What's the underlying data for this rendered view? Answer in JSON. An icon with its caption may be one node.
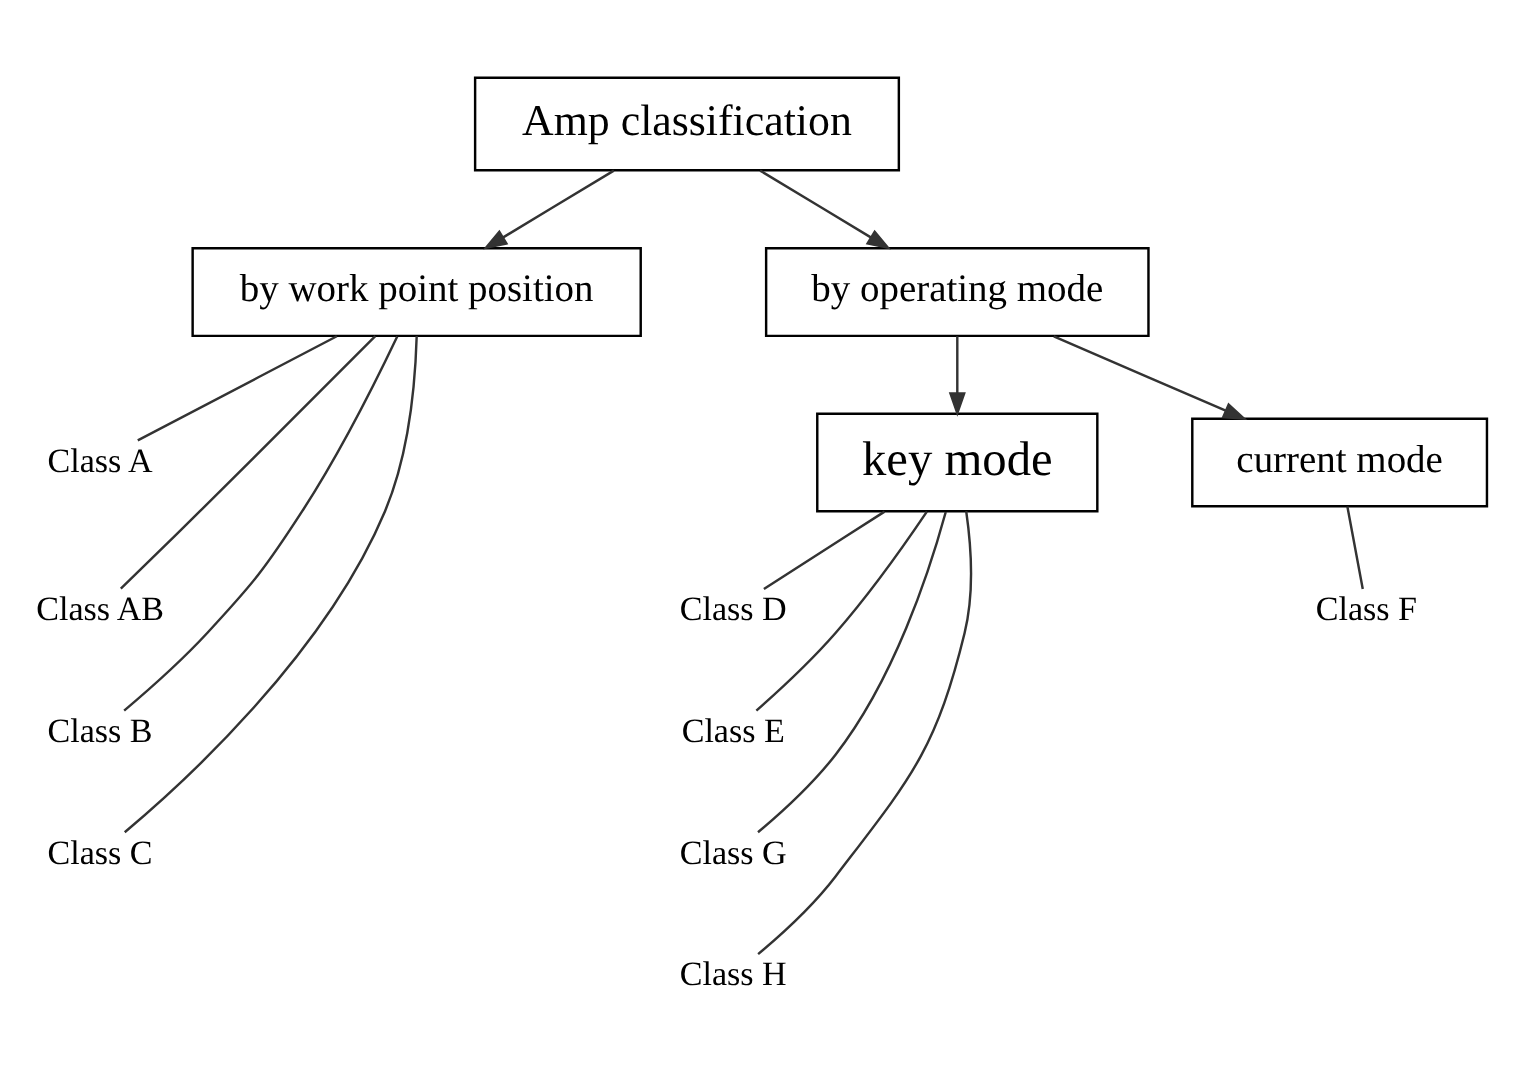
{
  "diagram": {
    "nodes": [
      {
        "text": [
          "Amp classification"
        ]
      },
      {
        "text": [
          "by work point position"
        ]
      },
      {
        "text": [
          "by operating mode"
        ]
      },
      {
        "text": [
          "key mode"
        ]
      },
      {
        "text": [
          "current mode"
        ]
      },
      {
        "text": [
          "Class A"
        ]
      },
      {
        "text": [
          "Class AB"
        ]
      },
      {
        "text": [
          "Class B"
        ]
      },
      {
        "text": [
          "Class C"
        ]
      },
      {
        "text": [
          "Class D"
        ]
      },
      {
        "text": [
          "Class E"
        ]
      },
      {
        "text": [
          "Class G"
        ]
      },
      {
        "text": [
          "Class H"
        ]
      },
      {
        "text": [
          "Class F"
        ]
      }
    ],
    "edges": [
      {
        "from": 0,
        "to": 1,
        "arrow": "to"
      },
      {
        "from": 0,
        "to": 2,
        "arrow": "to"
      },
      {
        "from": 2,
        "to": 3,
        "arrow": "to"
      },
      {
        "from": 2,
        "to": 4,
        "arrow": "to"
      },
      {
        "from": 1,
        "to": 5,
        "arrow": "none"
      },
      {
        "from": 1,
        "to": 6,
        "arrow": "none"
      },
      {
        "from": 1,
        "to": 7,
        "arrow": "none"
      },
      {
        "from": 1,
        "to": 8,
        "arrow": "none"
      },
      {
        "from": 3,
        "to": 9,
        "arrow": "none"
      },
      {
        "from": 3,
        "to": 10,
        "arrow": "none"
      },
      {
        "from": 3,
        "to": 11,
        "arrow": "none"
      },
      {
        "from": 3,
        "to": 12,
        "arrow": "none"
      },
      {
        "from": 4,
        "to": 13,
        "arrow": "none"
      }
    ]
  }
}
